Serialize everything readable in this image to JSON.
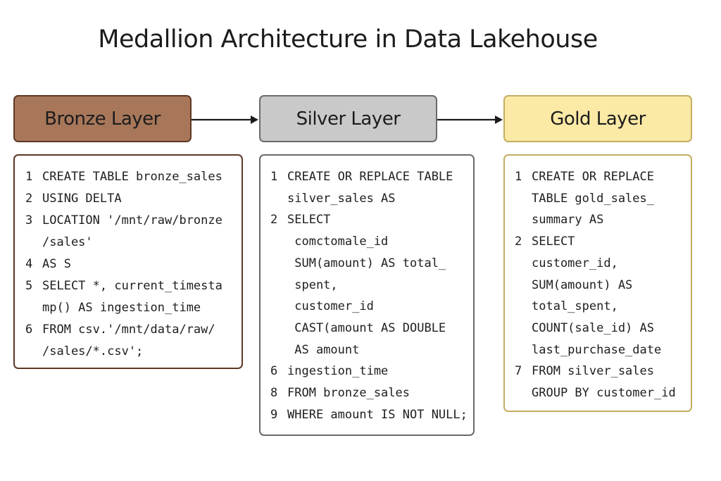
{
  "title": "Medallion Architecture in Data Lakehouse",
  "colors": {
    "bronze_fill": "#a8775a",
    "bronze_border": "#5d3824",
    "silver_fill": "#c9c9c9",
    "silver_border": "#6a6a6a",
    "gold_fill": "#fbe9a6",
    "gold_border": "#c4ae62"
  },
  "layers": [
    {
      "name": "Bronze Layer",
      "code": [
        {
          "n": "1",
          "t": "CREATE TABLE bronze_sales"
        },
        {
          "n": "2",
          "t": "USING DELTA"
        },
        {
          "n": "3",
          "t": "LOCATION '/mnt/raw/bronze"
        },
        {
          "n": "",
          "t": "/sales'"
        },
        {
          "n": "4",
          "t": "AS S"
        },
        {
          "n": "5",
          "t": "SELECT *, current_timesta"
        },
        {
          "n": "",
          "t": "mp() AS ingestion_time"
        },
        {
          "n": "6",
          "t": "FROM csv.'/mnt/data/raw/"
        },
        {
          "n": "",
          "t": "/sales/*.csv';"
        }
      ]
    },
    {
      "name": "Silver Layer",
      "code": [
        {
          "n": "1",
          "t": "CREATE OR REPLACE TABLE"
        },
        {
          "n": "",
          "t": "silver_sales AS"
        },
        {
          "n": "2",
          "t": "SELECT"
        },
        {
          "n": "",
          "t": " comctomale_id"
        },
        {
          "n": "",
          "t": " SUM(amount) AS total_"
        },
        {
          "n": "",
          "t": " spent,"
        },
        {
          "n": "",
          "t": " customer_id"
        },
        {
          "n": "",
          "t": " CAST(amount AS DOUBLE"
        },
        {
          "n": "",
          "t": " AS amount"
        },
        {
          "n": "6",
          "t": "ingestion_time"
        },
        {
          "n": "8",
          "t": "FROM bronze_sales"
        },
        {
          "n": "9",
          "t": "WHERE amount IS NOT NULL;"
        }
      ]
    },
    {
      "name": "Gold Layer",
      "code": [
        {
          "n": "1",
          "t": "CREATE OR REPLACE"
        },
        {
          "n": "",
          "t": "TABLE gold_sales_"
        },
        {
          "n": "",
          "t": "summary AS"
        },
        {
          "n": "2",
          "t": "SELECT"
        },
        {
          "n": "",
          "t": "customer_id,"
        },
        {
          "n": "",
          "t": "SUM(amount) AS"
        },
        {
          "n": "",
          "t": "total_spent,"
        },
        {
          "n": "",
          "t": "COUNT(sale_id) AS"
        },
        {
          "n": "",
          "t": "last_purchase_date"
        },
        {
          "n": "7",
          "t": "FROM silver_sales"
        },
        {
          "n": "",
          "t": "GROUP BY customer_id"
        }
      ]
    }
  ]
}
